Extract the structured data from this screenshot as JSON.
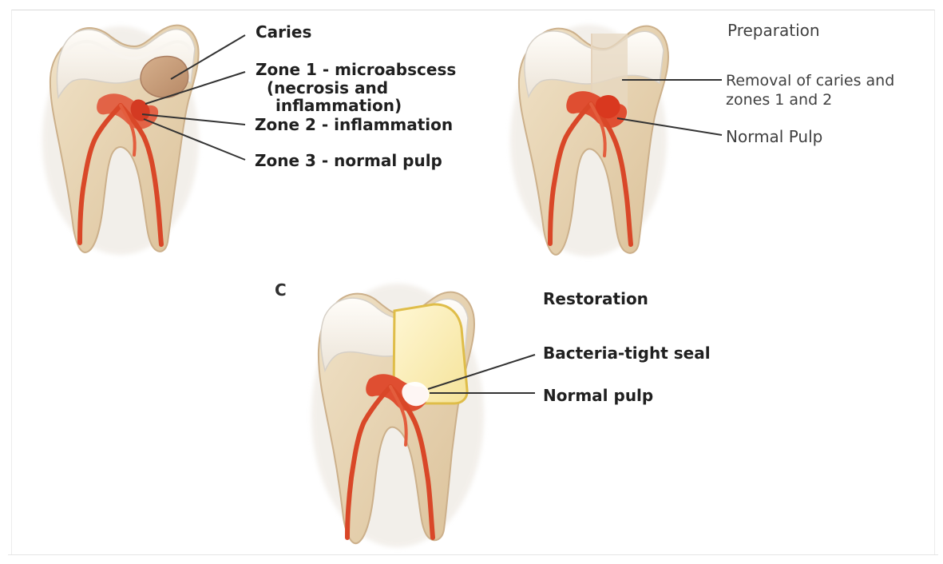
{
  "panels": {
    "a": {
      "label": "",
      "title": "Caries",
      "zone1_line1": "Zone 1 - microabscess",
      "zone1_line2": "(necrosis and",
      "zone1_line3": "inflammation)",
      "zone2": "Zone 2 - inflammation",
      "zone3": "Zone 3 - normal pulp"
    },
    "b": {
      "label": "",
      "title": "Preparation",
      "removal_line1": "Removal of caries and",
      "removal_line2": "zones 1 and 2",
      "normal_pulp": "Normal Pulp"
    },
    "c": {
      "label": "C",
      "title": "Restoration",
      "seal": "Bacteria-tight seal",
      "normal_pulp": "Normal pulp"
    }
  },
  "colors": {
    "enamel": "#f6f2ea",
    "dentin": "#ead9bc",
    "dentin_shadow": "#d7bf99",
    "pulp": "#df4b2f",
    "pulp_dark": "#c7311c",
    "caries": "#c79e7d",
    "restoration": "#f8ebb2",
    "restoration_border": "#e0bf4b",
    "leader": "#333333"
  },
  "icons": {
    "tooth_a": "molar-tooth-icon",
    "tooth_b": "prepared-tooth-icon",
    "tooth_c": "restored-tooth-icon"
  }
}
